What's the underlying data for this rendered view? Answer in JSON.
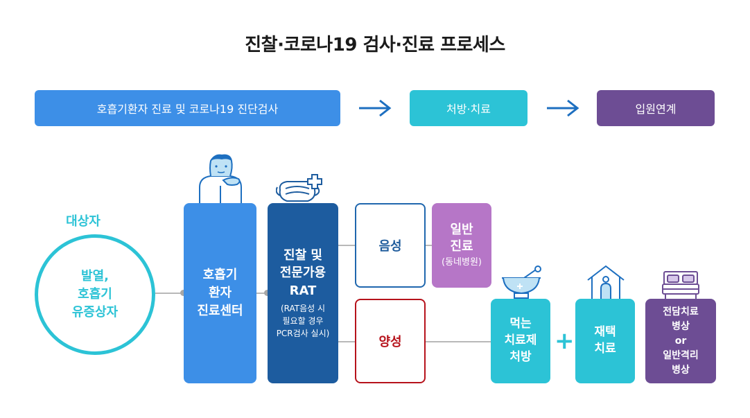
{
  "title": "진찰·코로나19 검사·진료 프로세스",
  "stages": {
    "s1": "호흡기환자 진료 및 코로나19 진단검사",
    "s2": "처방·치료",
    "s3": "입원연계"
  },
  "target": {
    "label": "대상자",
    "line1": "발열,",
    "line2": "호흡기",
    "line3": "유증상자"
  },
  "center": {
    "line1": "호흡기",
    "line2": "환자",
    "line3": "진료센터"
  },
  "exam": {
    "line1": "진찰 및",
    "line2": "전문가용",
    "line3": "RAT",
    "note1": "(RAT음성 시",
    "note2": "필요할 경우",
    "note3": "PCR검사 실시)"
  },
  "results": {
    "negative": "음성",
    "positive": "양성"
  },
  "general": {
    "line1": "일반",
    "line2": "진료",
    "sub": "(동네병원)"
  },
  "meds": {
    "line1": "먹는",
    "line2": "치료제",
    "line3": "처방"
  },
  "plus": "+",
  "home": {
    "line1": "재택",
    "line2": "치료"
  },
  "bed": {
    "line1": "전담치료",
    "line2": "병상",
    "line3": "or",
    "line4": "일반격리",
    "line5": "병상"
  },
  "colors": {
    "blue": "#3d8fe7",
    "cyan": "#2cc3d6",
    "purple": "#6d4d94",
    "navy": "#1d5c9f",
    "red": "#b6121b",
    "violet": "#b676c7"
  }
}
